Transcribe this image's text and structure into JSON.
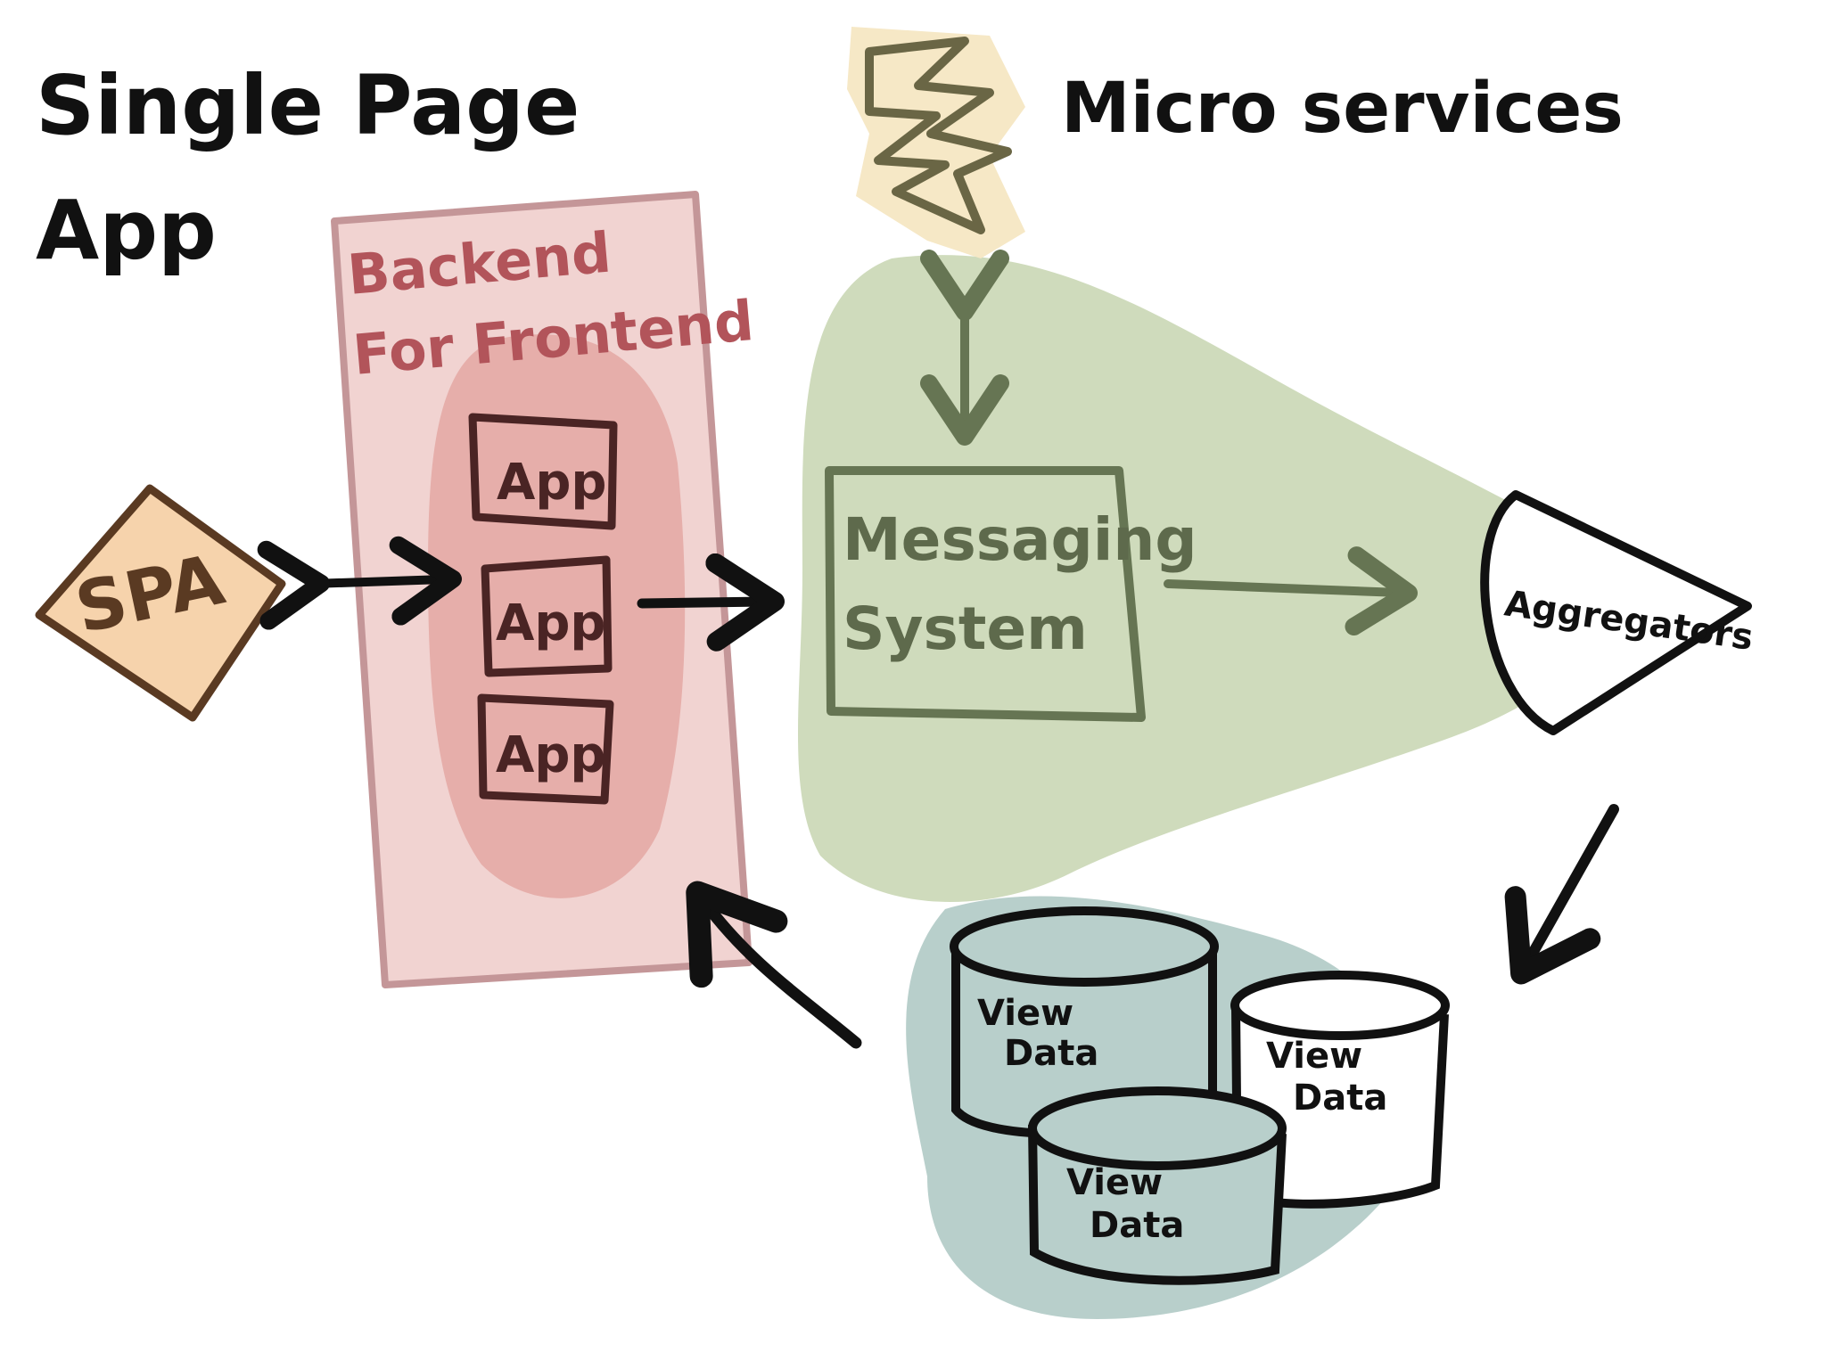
{
  "title": {
    "line1": "Single Page",
    "line2": "App"
  },
  "microservices": {
    "label": "Micro services"
  },
  "spa": {
    "label": "SPA"
  },
  "bff": {
    "label_line1": "Backend",
    "label_line2": "For Frontend",
    "apps": [
      "App",
      "App",
      "App"
    ]
  },
  "messaging": {
    "label_line1": "Messaging",
    "label_line2": "System"
  },
  "aggregators": {
    "label": "Aggregators"
  },
  "view_data": [
    {
      "line1": "View",
      "line2": "Data"
    },
    {
      "line1": "View",
      "line2": "Data"
    },
    {
      "line1": "View",
      "line2": "Data"
    }
  ],
  "colors": {
    "spa_fill": "#f6d3ac",
    "bff_fill": "#f1d3d1",
    "bff_blob": "#e6aeaa",
    "bff_border": "#c49698",
    "bff_text": "#b2545a",
    "microservices_fill": "#f6e8c6",
    "microservices_stroke": "#6a6645",
    "messaging_fill": "#cfdbbc",
    "messaging_stroke": "#667553",
    "view_data_blob": "#b8cfcb",
    "ink": "#111111"
  }
}
